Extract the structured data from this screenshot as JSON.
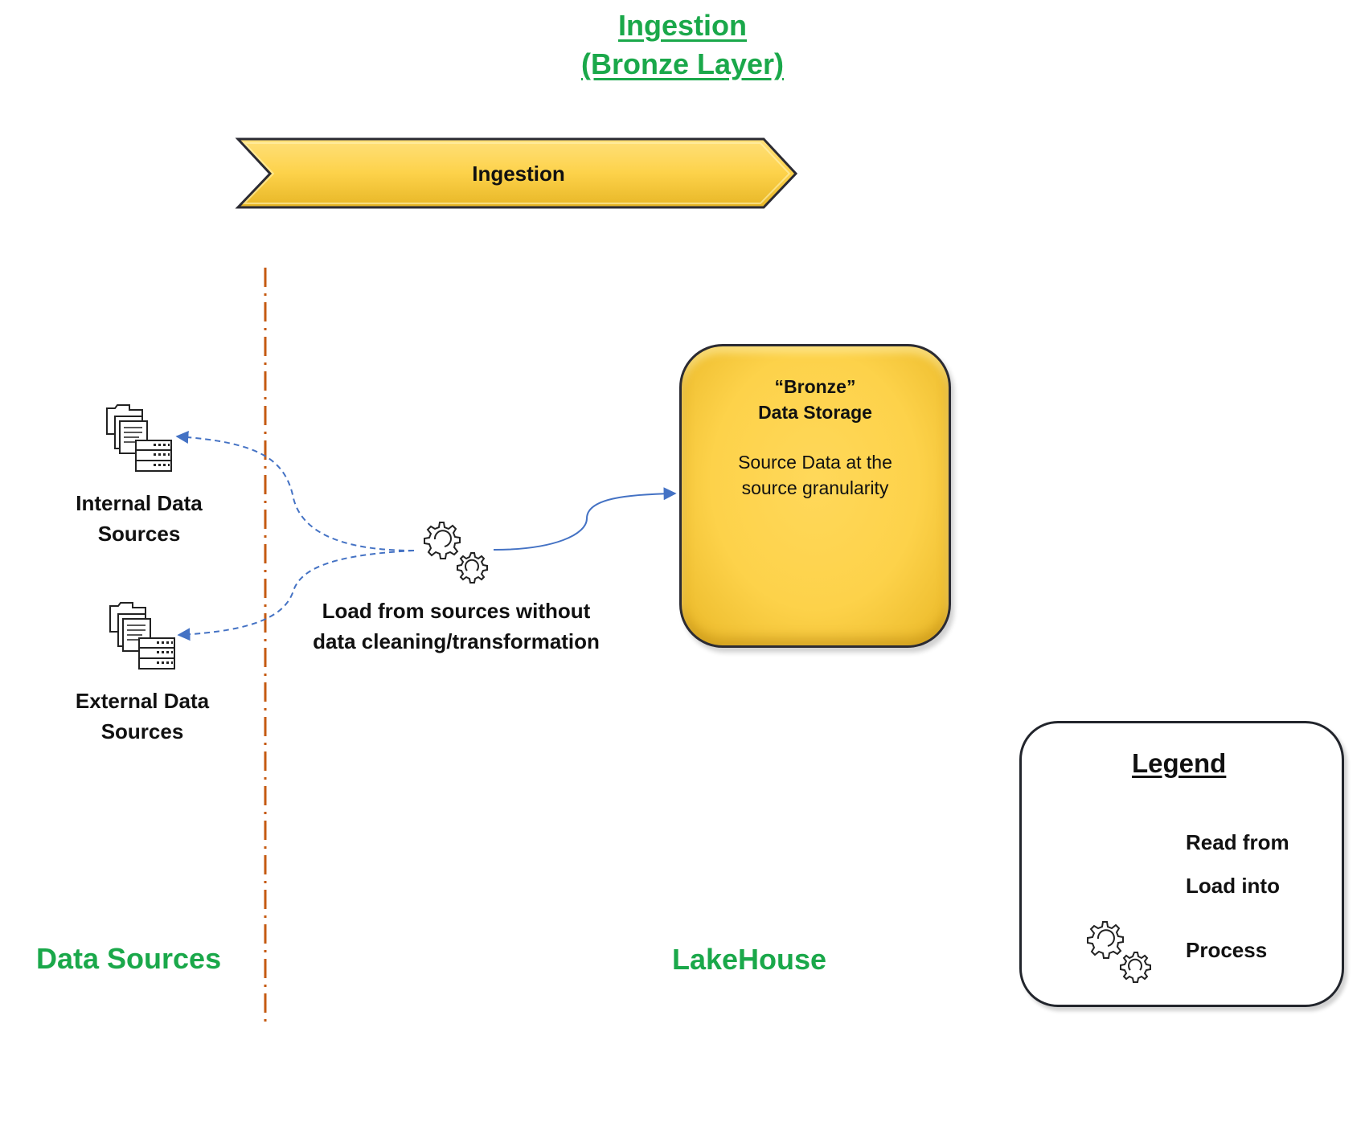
{
  "title": {
    "line1": "Ingestion",
    "line2": "(Bronze Layer)"
  },
  "banner": {
    "label": "Ingestion"
  },
  "sources": {
    "internal": {
      "line1": "Internal Data",
      "line2": "Sources"
    },
    "external": {
      "line1": "External Data",
      "line2": "Sources"
    }
  },
  "process": {
    "line1": "Load from sources without",
    "line2": "data cleaning/transformation"
  },
  "bronze_box": {
    "title_line1": "“Bronze”",
    "title_line2": "Data Storage",
    "desc_line1": "Source Data at the",
    "desc_line2": "source granularity"
  },
  "zones": {
    "left": "Data Sources",
    "right": "LakeHouse"
  },
  "legend": {
    "title": "Legend",
    "read_from": "Read from",
    "load_into": "Load into",
    "process": "Process"
  },
  "colors": {
    "title_green": "#1aa84a",
    "banner_yellow": "#fdd24a",
    "arrow_blue": "#4472c4",
    "divider_orange": "#c55a11"
  },
  "icons": {
    "source": "file-server-icon",
    "process": "gears-icon"
  }
}
